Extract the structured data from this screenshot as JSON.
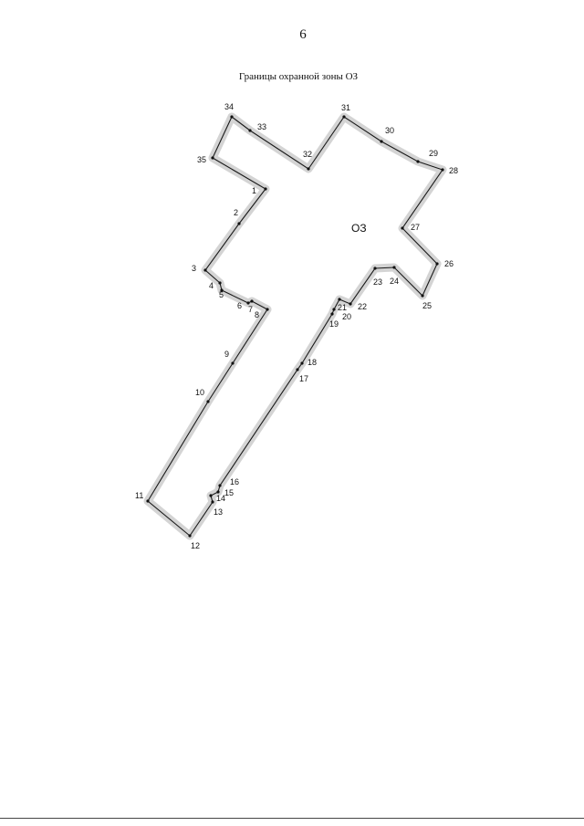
{
  "page": {
    "number": "6",
    "title": "Границы охранной зоны ОЗ"
  },
  "zone": {
    "label": "ОЗ"
  },
  "points": {
    "labels": [
      "1",
      "2",
      "3",
      "4",
      "5",
      "6",
      "7",
      "8",
      "9",
      "10",
      "11",
      "12",
      "13",
      "14",
      "15",
      "16",
      "17",
      "18",
      "19",
      "20",
      "21",
      "22",
      "23",
      "24",
      "25",
      "26",
      "27",
      "28",
      "29",
      "30",
      "31",
      "32",
      "33",
      "34",
      "35"
    ]
  }
}
